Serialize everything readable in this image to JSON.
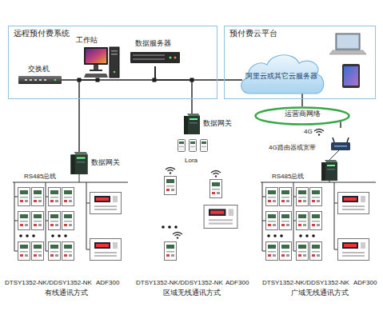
{
  "diagram": {
    "nodes": [
      {
        "text": [
          "远程预付费系统"
        ]
      },
      {
        "text": [
          "工作站"
        ],
        "in": 0
      },
      {
        "text": [
          "数据服务器"
        ],
        "in": 0
      },
      {
        "text": [
          "交换机"
        ],
        "in": 0
      },
      {
        "text": [
          "预付费云平台"
        ]
      },
      {
        "text": [
          "阿里云或其它云服务器"
        ],
        "in": 4
      },
      {
        "text": [
          "数据网关"
        ]
      },
      {
        "text": [
          "运营商网络"
        ]
      },
      {
        "text": [
          "4G",
          "4G路由器或宽带"
        ]
      },
      {
        "text": [
          "数据网关"
        ]
      }
    ],
    "edges": [
      {
        "from": 3,
        "to": 1,
        "arrow": "none"
      },
      {
        "from": 1,
        "to": 2,
        "arrow": "none"
      },
      {
        "from": 2,
        "to": 5,
        "arrow": "none"
      },
      {
        "from": 1,
        "to": 9,
        "arrow": "none"
      },
      {
        "from": 2,
        "to": 6,
        "arrow": "none"
      },
      {
        "from": 5,
        "to": 7,
        "arrow": "none"
      },
      {
        "from": 7,
        "to": 8,
        "arrow": "none"
      }
    ],
    "labels": [
      "RS485总线",
      "Lora",
      "RS485总线",
      "DTSY1352-NK/DDSY1352-NK",
      "ADF300",
      "有线通讯方式",
      "DTSY1352-NK/DDSY1352-NK",
      "ADF300",
      "区域无线通讯方式",
      "DTSY1352-NK/DDSY1352-NK",
      "ADF300",
      "广域无线通讯方式"
    ]
  }
}
